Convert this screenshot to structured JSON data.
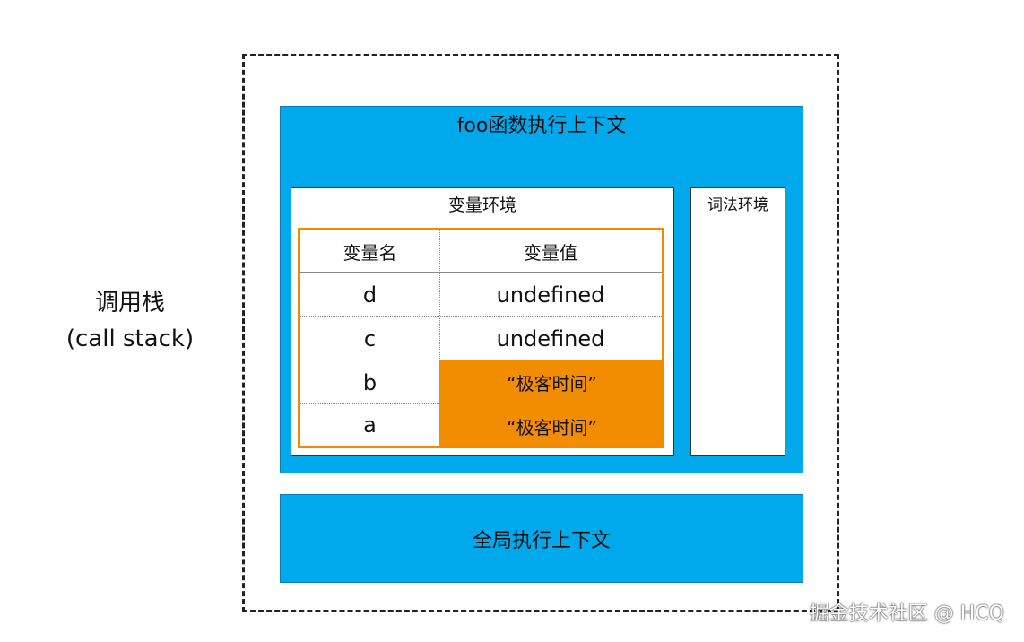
{
  "call_stack_label": {
    "line1": "调用栈",
    "line2": "(call stack)"
  },
  "foo_context": {
    "title": "foo函数执行上下文",
    "variable_environment": {
      "title": "变量环境",
      "headers": [
        "变量名",
        "变量值"
      ],
      "rows": [
        {
          "name": "d",
          "value": "undefined"
        },
        {
          "name": "c",
          "value": "undefined"
        },
        {
          "name": "b",
          "value": "“极客时间”"
        },
        {
          "name": "a",
          "value": "“极客时间”"
        }
      ]
    },
    "lexical_environment": {
      "title": "词法环境"
    }
  },
  "global_context": {
    "title": "全局执行上下文"
  },
  "watermark": "掘金技术社区 @ HCQ",
  "colors": {
    "context_blue": "#00a8ec",
    "highlight_orange": "#f28c00",
    "frame_orange": "#f08c00"
  }
}
